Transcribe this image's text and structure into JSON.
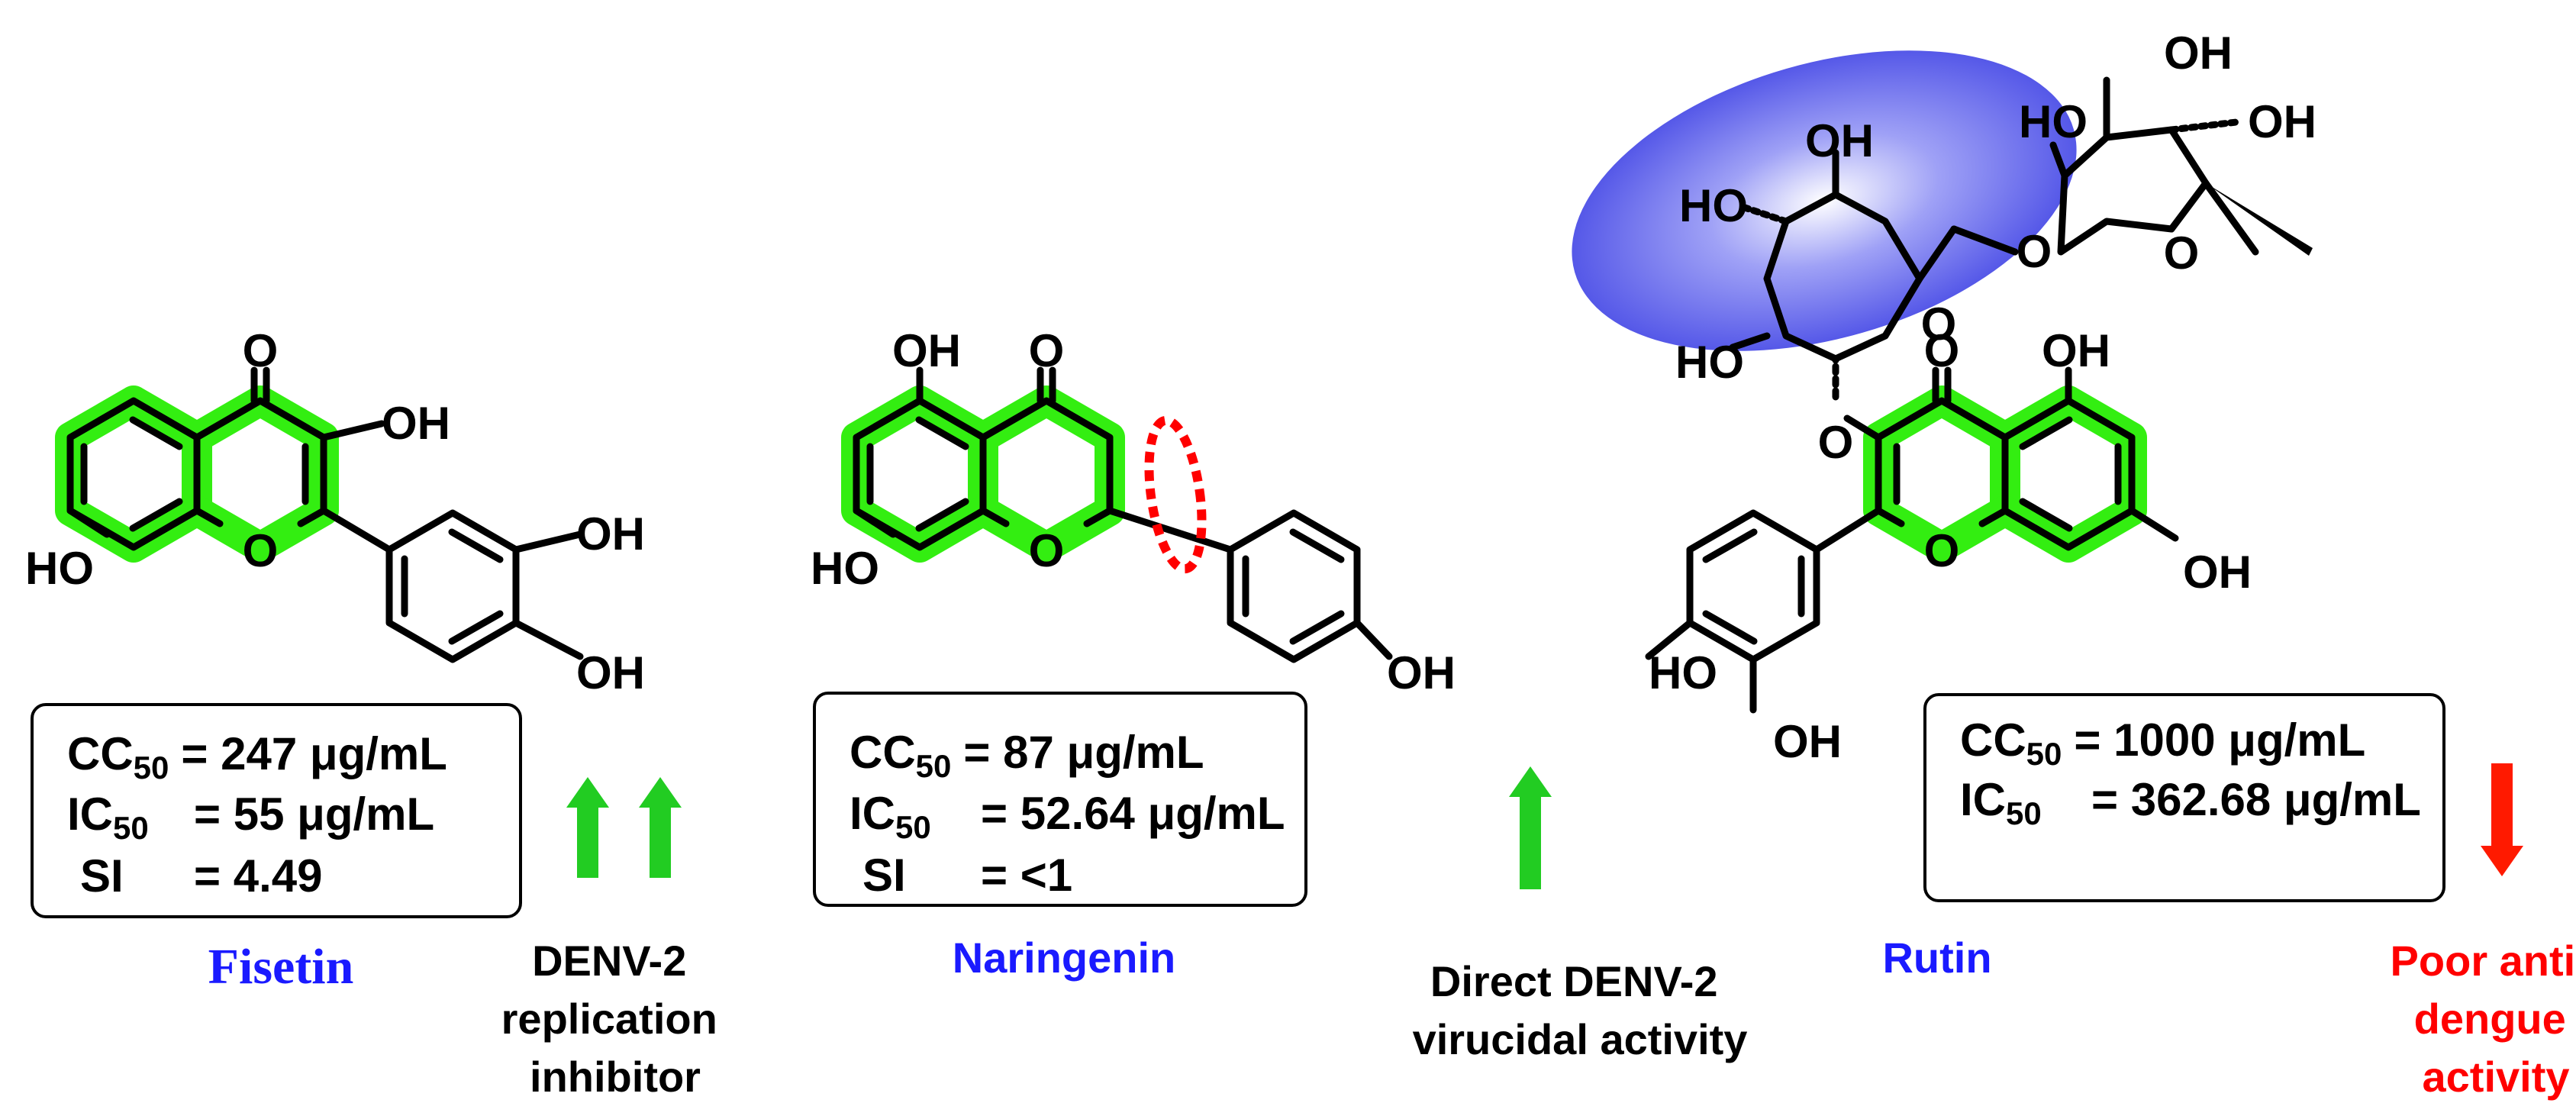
{
  "colors": {
    "highlight": "#33ee11",
    "blue_label": "#1a1aff",
    "red": "#ff0000",
    "arrow_green": "#22cc22",
    "ellipse_blue": "#6f72f0"
  },
  "fisetin": {
    "name": "Fisetin",
    "atoms": {
      "o_top": "O",
      "oh_3": "OH",
      "ho_7": "HO",
      "o_ring": "O",
      "oh_3p": "OH",
      "oh_4p": "OH"
    },
    "box": {
      "cc_label": "CC",
      "cc_sub": "50",
      "cc_value": "= 247 μg/mL",
      "ic_label": "IC",
      "ic_sub": "50",
      "ic_value": "= 55 μg/mL",
      "si_label": "SI",
      "si_value": "= 4.49"
    }
  },
  "naringenin": {
    "name": "Naringenin",
    "atoms": {
      "oh_5": "OH",
      "o_top": "O",
      "ho_7": "HO",
      "o_ring": "O",
      "oh_4p": "OH"
    },
    "box": {
      "cc_label": "CC",
      "cc_sub": "50",
      "cc_value": "= 87 μg/mL",
      "ic_label": "IC",
      "ic_sub": "50",
      "ic_value": "= 52.64 μg/mL",
      "si_label": "SI",
      "si_value": "= <1"
    }
  },
  "rutin": {
    "name": "Rutin",
    "atoms": {
      "oh_sugar_top": "OH",
      "ho_sugar_left": "HO",
      "o_link": "O",
      "ho_rham": "HO",
      "oh_rham_top": "OH",
      "oh_rham_right": "OH",
      "o_rham_ring": "O",
      "o_glc_ring": "O",
      "ho_glc": "HO",
      "o_glyco": "O",
      "o_top": "O",
      "oh_5": "OH",
      "oh_7": "OH",
      "o_ring": "O",
      "ho_3p": "HO",
      "oh_4p": "OH"
    },
    "box": {
      "cc_label": "CC",
      "cc_sub": "50",
      "cc_value": "= 1000 μg/mL",
      "ic_label": "IC",
      "ic_sub": "50",
      "ic_value": "= 362.68 μg/mL"
    }
  },
  "notes": {
    "fisetin_activity": [
      "DENV-2",
      "replication",
      "inhibitor"
    ],
    "naringenin_activity": [
      "Direct DENV-2",
      "virucidal activity"
    ],
    "rutin_activity": [
      "Poor anti-",
      "dengue",
      "activity"
    ]
  },
  "arrows": {
    "fisetin": "up",
    "naringenin": "up",
    "rutin": "down"
  }
}
